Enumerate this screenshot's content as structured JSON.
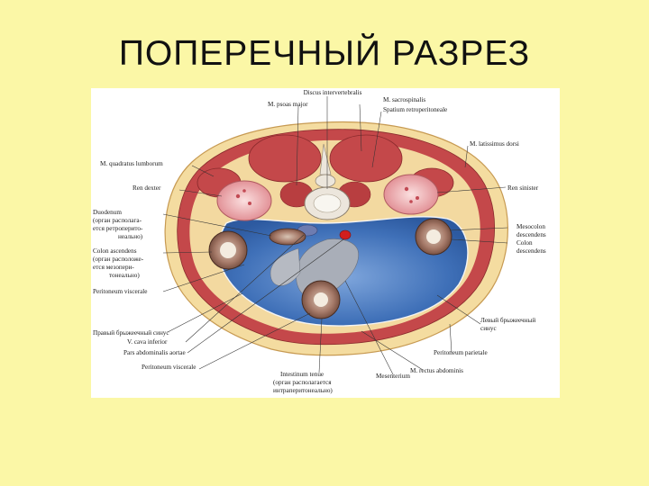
{
  "slide": {
    "title": "ПОПЕРЕЧНЫЙ РАЗРЕЗ"
  },
  "labels": {
    "discus": "Discus intervertebralis",
    "psoas": "M. psoas major",
    "sacrospinalis": "M. sacrospinalis",
    "spatium": "Spatium retroperitoneale",
    "latissimus": "M. latissimus dorsi",
    "quadratus": "M. quadratus lumborum",
    "ren_dexter": "Ren dexter",
    "ren_sinister": "Ren sinister",
    "duodenum": "Duodenum",
    "duodenum_note_1": "(орган располага-",
    "duodenum_note_2": "ется ретроперито-",
    "duodenum_note_3": "неально)",
    "colon_asc": "Colon ascendens",
    "colon_asc_note_1": "(орган расположе-",
    "colon_asc_note_2": "ется мезопери-",
    "colon_asc_note_3": "тонеально)",
    "perit_visc_left": "Peritoneum viscerale",
    "sinus_right": "Правый брыжеечный синус",
    "vena_cava": "V. cava inferior",
    "aorta": "Pars abdominalis aortae",
    "perit_visc_bottom": "Peritoneum viscerale",
    "intestinum": "Intestinum tenue",
    "intestinum_note_1": "(орган располагается",
    "intestinum_note_2": "интраперитонеально)",
    "mesenterium": "Mesenterium",
    "rectus": "M. rectus abdominis",
    "perit_parietale": "Peritoneum parietale",
    "sinus_left_1": "Левый брыжеечный",
    "sinus_left_2": "синус",
    "mesocolon_1": "Mesocolon",
    "mesocolon_2": "descendens",
    "colon_desc_1": "Colon",
    "colon_desc_2": "descendens"
  },
  "colors": {
    "background": "#fbf7a6",
    "muscle": "#c4484a",
    "fat": "#f4dca0",
    "cavity": "#3f70b8",
    "kidney": "#e8a0a4",
    "bone": "#ece6dc"
  }
}
